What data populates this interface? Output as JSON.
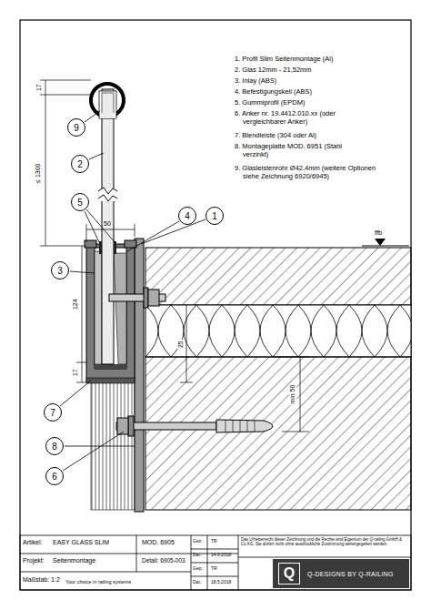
{
  "diagram": {
    "nodes": [
      {
        "text": [
          "9"
        ]
      },
      {
        "text": [
          "2"
        ]
      },
      {
        "text": [
          "5"
        ]
      },
      {
        "text": [
          "4"
        ]
      },
      {
        "text": [
          "1"
        ]
      },
      {
        "text": [
          "3"
        ]
      },
      {
        "text": [
          "7"
        ]
      },
      {
        "text": [
          "8"
        ]
      },
      {
        "text": [
          "6"
        ]
      },
      {
        "text": [
          "Q",
          "Q-DESIGNS BY Q-RAILING"
        ]
      }
    ],
    "labels": [
      "1. Profil Slim Seitenmontage (Al)",
      "2. Glas 12mm - 21,52mm",
      "3. Inlay (ABS)",
      "4. Befestigungskeil (ABS)",
      "5. Gummiprofil (EPDM)",
      "6. Anker nr. 19.4412.010.xx (oder vergleichbarer Anker)",
      "7. Blendleiste (304 oder Al)",
      "8. Montageplatte MOD. 6951 (Stahl verzinkt)",
      "9. Glasleistenrohr Ø42,4mm (weitere Optionen siehe Zeichnung 6920/6945)",
      "17",
      "≤ 1300",
      "50",
      "124",
      "17",
      "25",
      "min 50",
      "ffb",
      "Artikel:",
      "EASY GLASS SLIM",
      "MOD. 6905",
      "Projekt:",
      "Seitenmontage",
      "Detail: 6905-003",
      "Maßstab: 1:2",
      "Your choice in railing systems",
      "Gez.:",
      "TR",
      "Dat.:",
      "14.8.2018",
      "Gep.:",
      "TR",
      "Dat.:",
      "18.5.2018",
      "Das Urheberrecht dieser Zeichnung und die Rechte sind Eigentum der Q-railing GmbH & Co KG. Sie dürfen nicht ohne ausdrückliche Zustimmung weitergegeben werden."
    ]
  }
}
